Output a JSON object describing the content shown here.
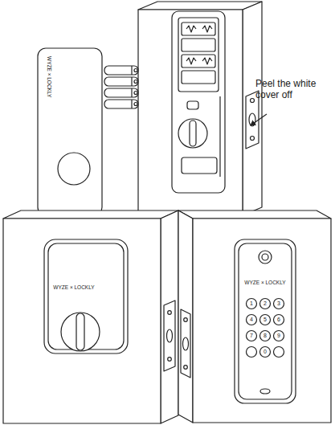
{
  "diagram": {
    "labels": [
      "Peel the white cover off",
      "WYZE × LOCKLY",
      "WYZE × LOCKLY",
      "WYZE × LOCKLY",
      "1",
      "2",
      "3",
      "4",
      "5",
      "6",
      "7",
      "8",
      "9",
      "0"
    ]
  }
}
